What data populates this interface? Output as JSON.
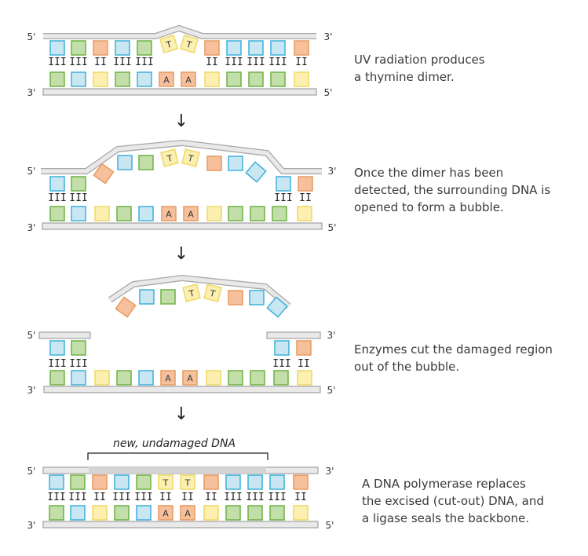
{
  "colors": {
    "blue": "#c8e7f3",
    "blue_stroke": "#3fb0d9",
    "green": "#c2dea9",
    "green_stroke": "#6fb145",
    "orange": "#f7c09c",
    "orange_stroke": "#e79a60",
    "yellow": "#fbf0b0",
    "yellow_stroke": "#efd766",
    "backbone": "#e9e9e9",
    "backbone_stroke": "#a8a8a8",
    "new_dna": "#d4d4d4"
  },
  "end_labels": {
    "five": "5'",
    "three": "3'"
  },
  "arrow_glyph": "↓",
  "annotation": "new, undamaged DNA",
  "captions": [
    {
      "line1": "UV radiation produces",
      "line2": "a thymine dimer.",
      "line3": ""
    },
    {
      "line1": "Once the dimer has been",
      "line2": "detected, the surrounding DNA is",
      "line3": "opened to form a bubble."
    },
    {
      "line1": "Enzymes cut the damaged region",
      "line2": "out of the bubble.",
      "line3": ""
    },
    {
      "line1": "A DNA polymerase replaces",
      "line2": "the excised (cut-out) DNA, and",
      "line3": "a ligase seals the backbone."
    }
  ],
  "sequence": {
    "top": [
      "blue",
      "green",
      "orange",
      "blue",
      "green",
      "yellow",
      "yellow",
      "orange",
      "blue",
      "blue",
      "blue",
      "orange"
    ],
    "bottom": [
      "green",
      "blue",
      "yellow",
      "green",
      "blue",
      "orange",
      "orange",
      "yellow",
      "green",
      "green",
      "green",
      "yellow"
    ],
    "top_letters": [
      "",
      "",
      "",
      "",
      "",
      "T",
      "T",
      "",
      "",
      "",
      "",
      ""
    ],
    "bottom_letters": [
      "",
      "",
      "",
      "",
      "",
      "A",
      "A",
      "",
      "",
      "",
      "",
      ""
    ],
    "bonds": [
      "III",
      "III",
      "II",
      "III",
      "III",
      "II",
      "II",
      "II",
      "III",
      "III",
      "III",
      "II"
    ]
  }
}
